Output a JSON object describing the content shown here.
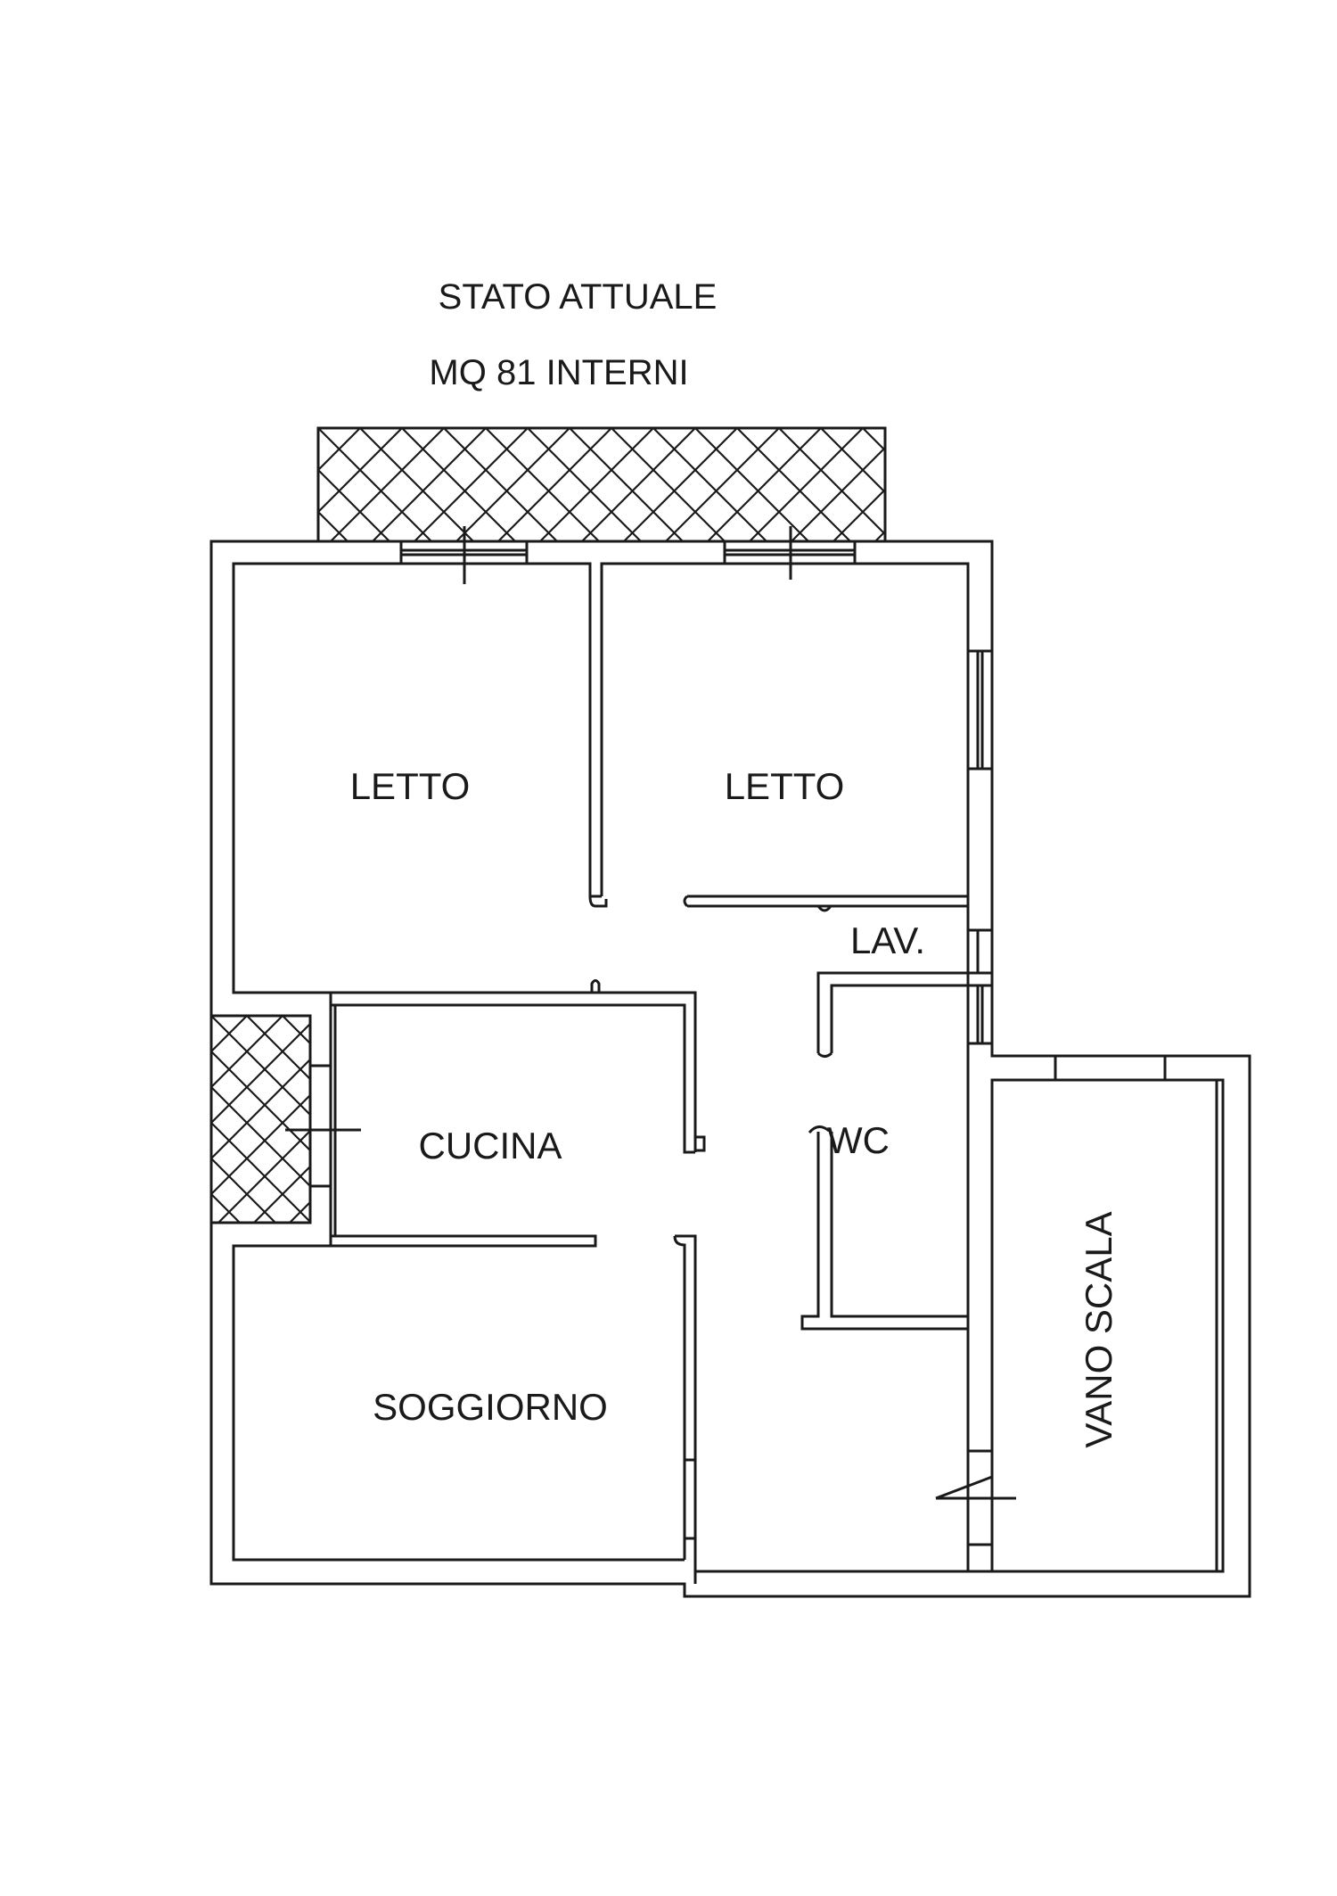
{
  "header": {
    "title": "STATO ATTUALE",
    "subtitle": "MQ 81 INTERNI"
  },
  "rooms": {
    "bedroom_1": "LETTO",
    "bedroom_2": "LETTO",
    "laundry": "LAV.",
    "kitchen": "CUCINA",
    "bathroom": "WC",
    "living_room": "SOGGIORNO",
    "stairwell": "VANO SCALA"
  },
  "colors": {
    "line": "#1a1a1a",
    "background": "#ffffff"
  }
}
